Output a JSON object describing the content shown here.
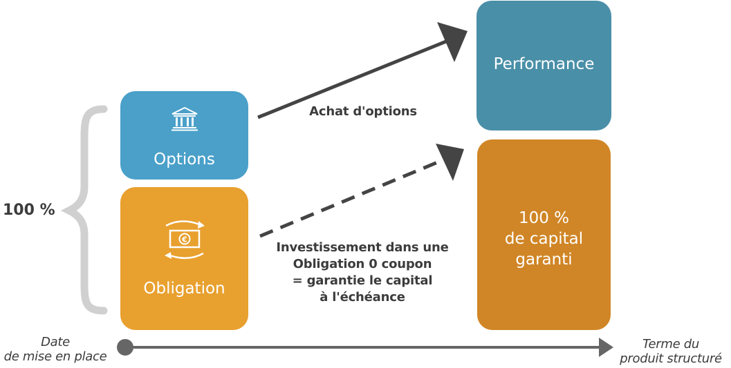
{
  "total_label": "100 %",
  "boxes": {
    "options": {
      "label": "Options",
      "icon": "bank-icon"
    },
    "obligation": {
      "label": "Obligation",
      "icon": "euro-banknote-exchange-icon"
    },
    "performance": {
      "label": "Performance"
    },
    "capital": {
      "line1": "100 %",
      "line2": "de capital",
      "line3": "garanti"
    }
  },
  "arrows": {
    "options_arrow": {
      "label": "Achat d'options"
    },
    "bond_arrow": {
      "line1": "Investissement dans une",
      "line2": "Obligation 0 coupon",
      "line3": "= garantie le capital",
      "line4": "à l'échéance"
    }
  },
  "timeline": {
    "start_line1": "Date",
    "start_line2": "de mise en place",
    "end_line1": "Terme du",
    "end_line2": "produit structuré"
  },
  "colors": {
    "options": "#4aa0c9",
    "obligation": "#e8a02e",
    "performance": "#4a8fa8",
    "capital": "#d08626",
    "arrow": "#444444",
    "brace": "#d0d0d0",
    "timeline": "#666666"
  }
}
